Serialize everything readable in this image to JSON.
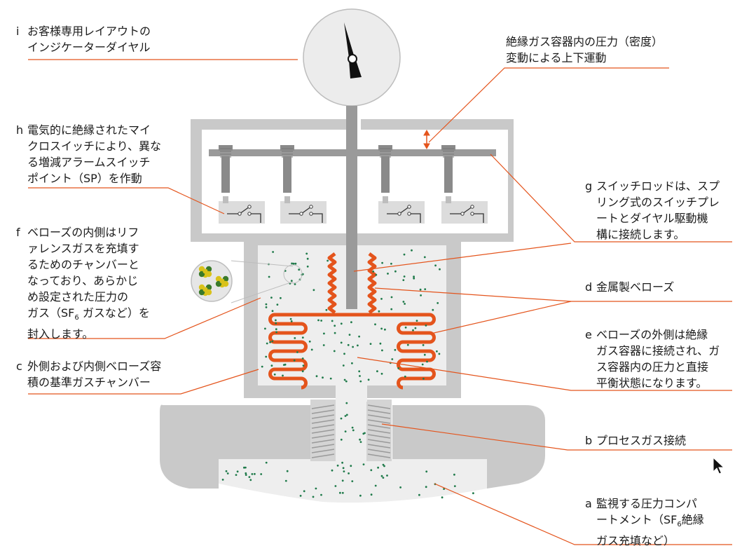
{
  "labels": {
    "i": {
      "letter": "i",
      "lines": [
        "お客様専用レイアウトの",
        "インジケーターダイヤル"
      ]
    },
    "top_right": {
      "lines": [
        "絶縁ガス容器内の圧力（密度）",
        "変動による上下運動"
      ]
    },
    "h": {
      "letter": "h",
      "lines": [
        "電気的に絶縁されたマイ",
        "クロスイッチにより、異な",
        "る増減アラームスイッチ",
        "ポイント（SP）を作動"
      ]
    },
    "g": {
      "letter": "g",
      "lines": [
        "スイッチロッドは、スプ",
        "リング式のスイッチプレ",
        "ートとダイヤル駆動機",
        "構に接続します。"
      ]
    },
    "f": {
      "letter": "f",
      "lines": [
        "ベローズの内側はリフ",
        "ァレンスガスを充填す",
        "るためのチャンバーと",
        "なっており、あらかじ",
        "め設定された圧力の"
      ],
      "gas_prefix": "ガス（SF",
      "gas_sub": "6",
      "gas_suffix": " ガスなど）を",
      "last_line": "封入します。"
    },
    "d": {
      "letter": "d",
      "lines": [
        "金属製ベローズ"
      ]
    },
    "e": {
      "letter": "e",
      "lines": [
        "ベローズの外側は絶縁",
        "ガス容器に接続され、ガ",
        "ス容器内の圧力と直接",
        "平衡状態になります。"
      ]
    },
    "c": {
      "letter": "c",
      "lines": [
        "外側および内側ベローズ容",
        "積の基準ガスチャンバー"
      ]
    },
    "b": {
      "letter": "b",
      "lines": [
        "プロセスガス接続"
      ]
    },
    "a": {
      "letter": "a",
      "line1": "監視する圧力コンパ",
      "line2_prefix": "ートメント（SF",
      "line2_sub": "6",
      "line2_suffix": "絶縁",
      "line3": "ガス充填など）"
    }
  },
  "colors": {
    "housing": "#c9c9c9",
    "housing_dark": "#a8a8a8",
    "gas_fill": "#eeeeee",
    "gas_dot": "#1f7a4a",
    "bellows": "#e4541c",
    "leader": "#e4541c",
    "rod": "#9a9a9a",
    "dial_face": "#ececec",
    "needle": "#111111",
    "molecule_yellow": "#d9c21a",
    "molecule_green": "#3a7a2a"
  },
  "icons": {
    "cursor": "mouse-pointer-icon"
  }
}
